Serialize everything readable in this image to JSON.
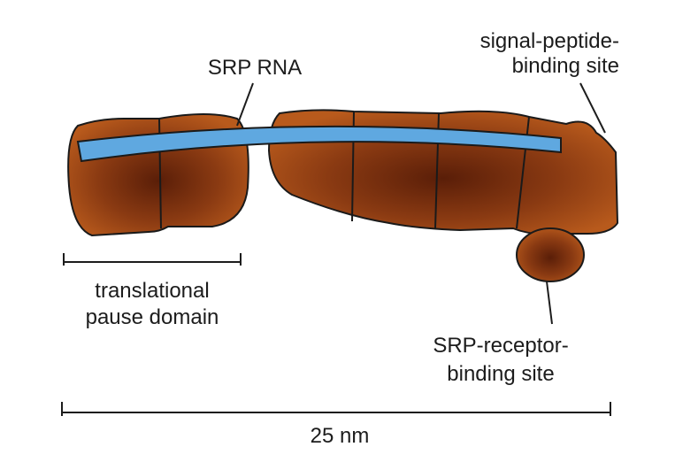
{
  "labels": {
    "srp_rna": "SRP RNA",
    "signal_peptide_line1": "signal-peptide-",
    "signal_peptide_line2": "binding site",
    "pause_line1": "translational",
    "pause_line2": "pause domain",
    "receptor_line1": "SRP-receptor-",
    "receptor_line2": "binding site",
    "scale": "25 nm"
  },
  "colors": {
    "protein": "#b85a1c",
    "protein_dark": "#5a1e08",
    "rna": "#5fa8e0",
    "outline": "#1a1a1a"
  }
}
